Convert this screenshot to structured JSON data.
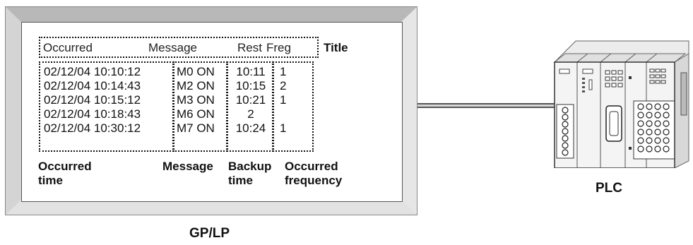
{
  "gp": {
    "device_label": "GP/LP",
    "title_label": "Title",
    "headers": {
      "occurred": "Occurred",
      "message": "Message",
      "rest": "Rest",
      "freq": "Freg"
    },
    "rows": [
      {
        "occurred": "02/12/04 10:10:12",
        "message": "M0 ON",
        "backup": "10:11",
        "freq": "1"
      },
      {
        "occurred": "02/12/04 10:14:43",
        "message": "M2 ON",
        "backup": "10:15",
        "freq": "2"
      },
      {
        "occurred": "02/12/04 10:15:12",
        "message": "M3 ON",
        "backup": "10:21",
        "freq": "1"
      },
      {
        "occurred": "02/12/04 10:18:43",
        "message": "M6 ON",
        "backup": "2",
        "freq": ""
      },
      {
        "occurred": "02/12/04 10:30:12",
        "message": "M7 ON",
        "backup": "10:24",
        "freq": "1"
      }
    ],
    "column_labels": {
      "occurred_time": "Occurred\ntime",
      "message": "Message",
      "backup_time": "Backup\ntime",
      "occurred_frequency": "Occurred\nfrequency"
    }
  },
  "plc": {
    "device_label": "PLC"
  }
}
